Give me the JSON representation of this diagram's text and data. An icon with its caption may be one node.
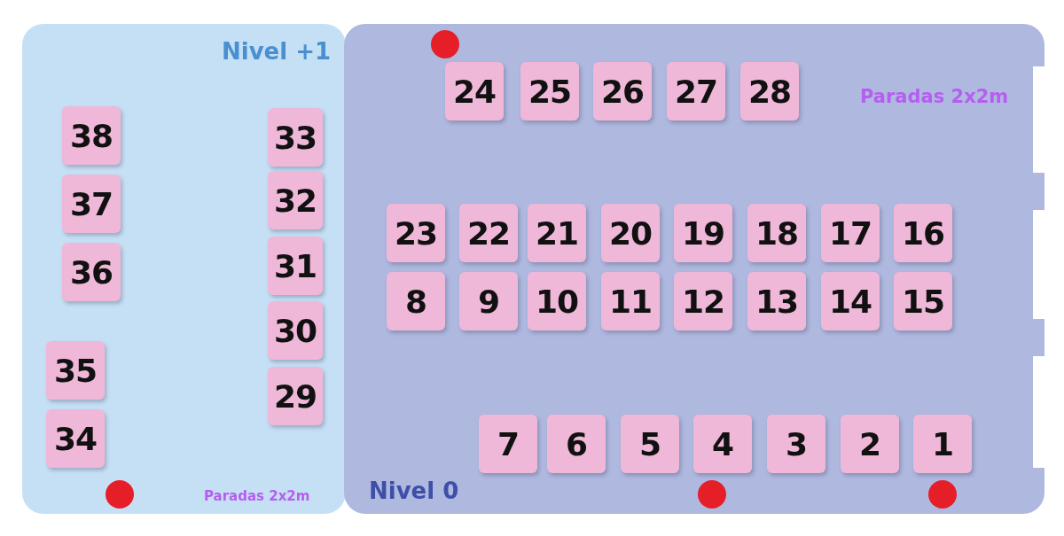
{
  "diagram": {
    "nodes": [
      {
        "text": [
          "Nivel +1",
          "Paradas 2x2m"
        ]
      },
      {
        "text": [
          "38"
        ],
        "in": 0
      },
      {
        "text": [
          "33"
        ],
        "in": 0
      },
      {
        "text": [
          "37"
        ],
        "in": 0
      },
      {
        "text": [
          "32"
        ],
        "in": 0
      },
      {
        "text": [
          "36"
        ],
        "in": 0
      },
      {
        "text": [
          "31"
        ],
        "in": 0
      },
      {
        "text": [
          "30"
        ],
        "in": 0
      },
      {
        "text": [
          "35"
        ],
        "in": 0
      },
      {
        "text": [
          "29"
        ],
        "in": 0
      },
      {
        "text": [
          "34"
        ],
        "in": 0
      },
      {
        "text": [
          "Paradas 2x2m",
          "Nivel 0"
        ]
      },
      {
        "text": [
          "24"
        ],
        "in": 11
      },
      {
        "text": [
          "25"
        ],
        "in": 11
      },
      {
        "text": [
          "26"
        ],
        "in": 11
      },
      {
        "text": [
          "27"
        ],
        "in": 11
      },
      {
        "text": [
          "28"
        ],
        "in": 11
      },
      {
        "text": [
          "23"
        ],
        "in": 11
      },
      {
        "text": [
          "22"
        ],
        "in": 11
      },
      {
        "text": [
          "21"
        ],
        "in": 11
      },
      {
        "text": [
          "20"
        ],
        "in": 11
      },
      {
        "text": [
          "19"
        ],
        "in": 11
      },
      {
        "text": [
          "18"
        ],
        "in": 11
      },
      {
        "text": [
          "17"
        ],
        "in": 11
      },
      {
        "text": [
          "16"
        ],
        "in": 11
      },
      {
        "text": [
          "8"
        ],
        "in": 11
      },
      {
        "text": [
          "9"
        ],
        "in": 11
      },
      {
        "text": [
          "10"
        ],
        "in": 11
      },
      {
        "text": [
          "11"
        ],
        "in": 11
      },
      {
        "text": [
          "12"
        ],
        "in": 11
      },
      {
        "text": [
          "13"
        ],
        "in": 11
      },
      {
        "text": [
          "14"
        ],
        "in": 11
      },
      {
        "text": [
          "15"
        ],
        "in": 11
      },
      {
        "text": [
          "7"
        ],
        "in": 11
      },
      {
        "text": [
          "6"
        ],
        "in": 11
      },
      {
        "text": [
          "5"
        ],
        "in": 11
      },
      {
        "text": [
          "4"
        ],
        "in": 11
      },
      {
        "text": [
          "3"
        ],
        "in": 11
      },
      {
        "text": [
          "2"
        ],
        "in": 11
      },
      {
        "text": [
          "1"
        ],
        "in": 11
      }
    ]
  }
}
